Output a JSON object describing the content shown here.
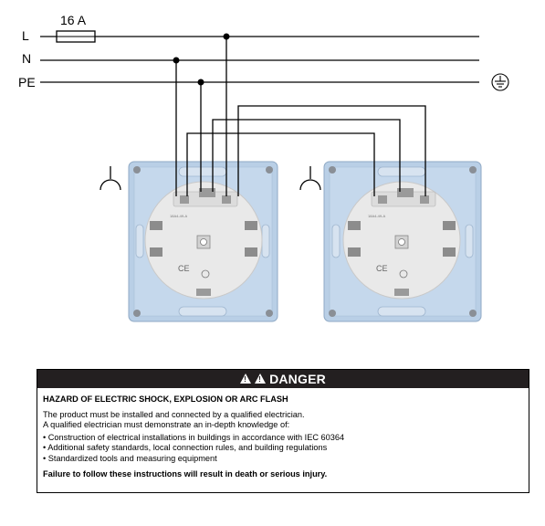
{
  "diagram": {
    "lines": [
      {
        "label": "L",
        "fuse_label": "16 A"
      },
      {
        "label": "N"
      },
      {
        "label": "PE",
        "end_icon": "ground-icon"
      }
    ],
    "sockets": [
      {
        "name": "socket-left",
        "terminal_text": "18A4-49-A"
      },
      {
        "name": "socket-right",
        "terminal_text": "18A4-49-A"
      }
    ],
    "colors": {
      "wire": "#000000",
      "frame": "#b9cfe6",
      "frame_border": "#8fa9c5",
      "insert": "#e9e9e9"
    }
  },
  "danger": {
    "header": "DANGER",
    "subtitle": "HAZARD OF ELECTRIC SHOCK, EXPLOSION OR ARC FLASH",
    "intro": [
      "The product must be installed and connected by a qualified electrician.",
      "A qualified electrician must demonstrate an in-depth knowledge of:"
    ],
    "bullets": [
      "Construction of electrical installations in buildings in accordance with IEC 60364",
      "Additional safety standards, local connection rules, and building regulations",
      "Standardized tools and measuring equipment"
    ],
    "footer": "Failure to follow these instructions will result in death or serious injury.",
    "colors": {
      "header_bg": "#231f20",
      "header_text": "#ffffff"
    }
  }
}
